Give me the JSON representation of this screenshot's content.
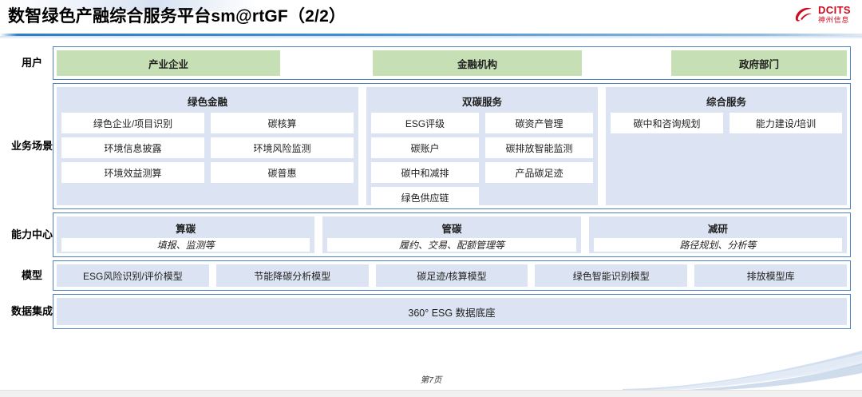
{
  "header": {
    "title": "数智绿色产融综合服务平台sm@rtGF（2/2）",
    "logo_en": "DCITS",
    "logo_cn": "神州信息"
  },
  "colors": {
    "accent_blue": "#4f81bd",
    "panel_blue": "#dce3f2",
    "user_green": "#c6dfb4",
    "logo_red": "#cf0a1e"
  },
  "rows": {
    "users": {
      "label": "用户",
      "items": [
        "产业企业",
        "金融机构",
        "政府部门"
      ]
    },
    "scenarios": {
      "label": "业务场景",
      "groups": [
        {
          "title": "绿色金融",
          "items": [
            "绿色企业/项目识别",
            "碳核算",
            "环境信息披露",
            "环境风险监测",
            "环境效益测算",
            "碳普惠"
          ]
        },
        {
          "title": "双碳服务",
          "items": [
            "ESG评级",
            "碳资产管理",
            "碳账户",
            "碳排放智能监测",
            "碳中和减排",
            "产品碳足迹",
            "绿色供应链"
          ]
        },
        {
          "title": "综合服务",
          "items": [
            "碳中和咨询规划",
            "能力建设/培训"
          ]
        }
      ]
    },
    "capability": {
      "label": "能力中心",
      "groups": [
        {
          "title": "算碳",
          "sub": "填报、监测等"
        },
        {
          "title": "管碳",
          "sub": "履约、交易、配额管理等"
        },
        {
          "title": "减研",
          "sub": "路径规划、分析等"
        }
      ]
    },
    "models": {
      "label": "模型",
      "items": [
        "ESG风险识别/评价模型",
        "节能降碳分析模型",
        "碳足迹/核算模型",
        "绿色智能识别模型",
        "排放模型库"
      ]
    },
    "data": {
      "label": "数据集成",
      "bar": "360° ESG 数据底座"
    }
  },
  "footer": {
    "page": "第7页"
  }
}
